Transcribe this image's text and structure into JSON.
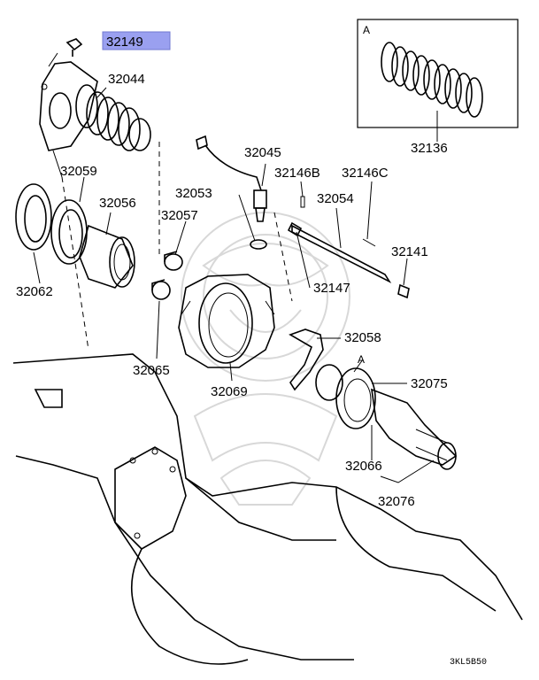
{
  "diagram": {
    "highlighted_part": "32149",
    "part_labels": [
      "32149",
      "32044",
      "32059",
      "32056",
      "32062",
      "32053",
      "32057",
      "32045",
      "32146B",
      "32146C",
      "32054",
      "32141",
      "32147",
      "32058",
      "32065",
      "32069",
      "32075",
      "32066",
      "32076",
      "32136"
    ],
    "inset_ref": "A",
    "callout_ref": "A",
    "figure_code": "3KL5B50",
    "colors": {
      "highlight": "#9aa0f0",
      "line": "#000000",
      "watermark": "#d8d8d8"
    }
  }
}
